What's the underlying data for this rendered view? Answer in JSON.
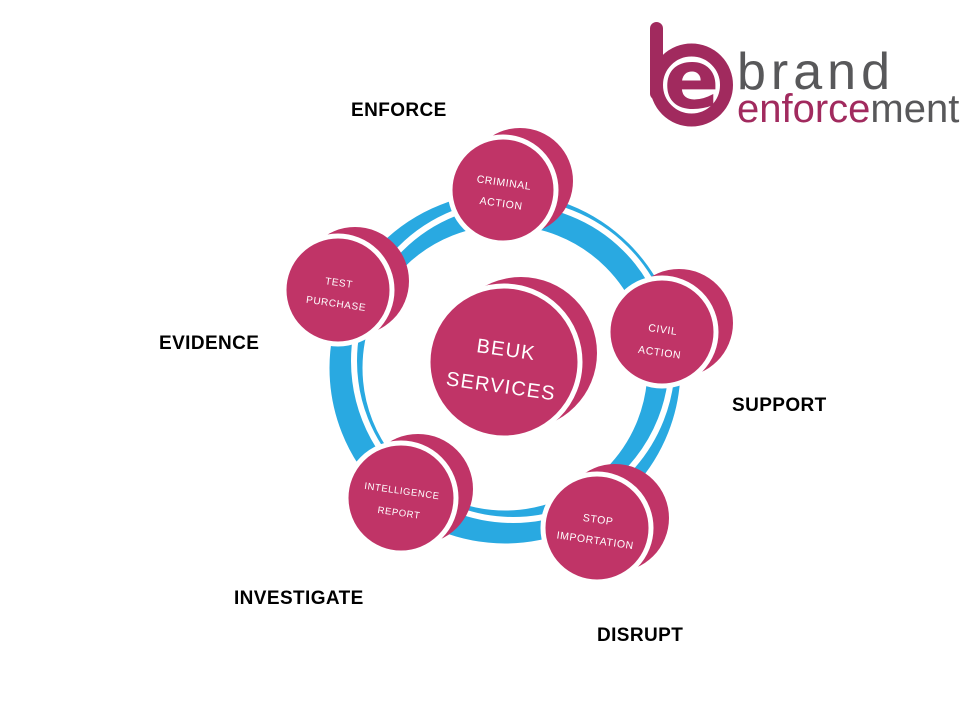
{
  "slide": {
    "background": "#ffffff"
  },
  "logo": {
    "mark_letter": "e",
    "word_top": "brand",
    "word_bottom_accent": "enforce",
    "word_bottom_rest": "ment"
  },
  "colors": {
    "node_pink": "#c03467",
    "logo_crimson": "#a12a5e",
    "ring_blue": "#29a9e1",
    "wordmark_gray": "#58585a",
    "label_black": "#000000",
    "node_text_white": "#ffffff"
  },
  "center_node": {
    "line1": "BEUK",
    "line2": "SERVICES"
  },
  "nodes": [
    {
      "id": "criminal-action",
      "line1": "CRIMINAL",
      "line2": "ACTION"
    },
    {
      "id": "civil-action",
      "line1": "CIVIL",
      "line2": "ACTION"
    },
    {
      "id": "stop-importation",
      "line1": "STOP",
      "line2": "IMPORTATION"
    },
    {
      "id": "intelligence-report",
      "line1": "INTELLIGENCE",
      "line2": "REPORT"
    },
    {
      "id": "test-purchase",
      "line1": "TEST",
      "line2": "PURCHASE"
    }
  ],
  "outer_labels": [
    {
      "id": "enforce",
      "text": "ENFORCE"
    },
    {
      "id": "evidence",
      "text": "EVIDENCE"
    },
    {
      "id": "support",
      "text": "SUPPORT"
    },
    {
      "id": "investigate",
      "text": "INVESTIGATE"
    },
    {
      "id": "disrupt",
      "text": "DISRUPT"
    }
  ]
}
